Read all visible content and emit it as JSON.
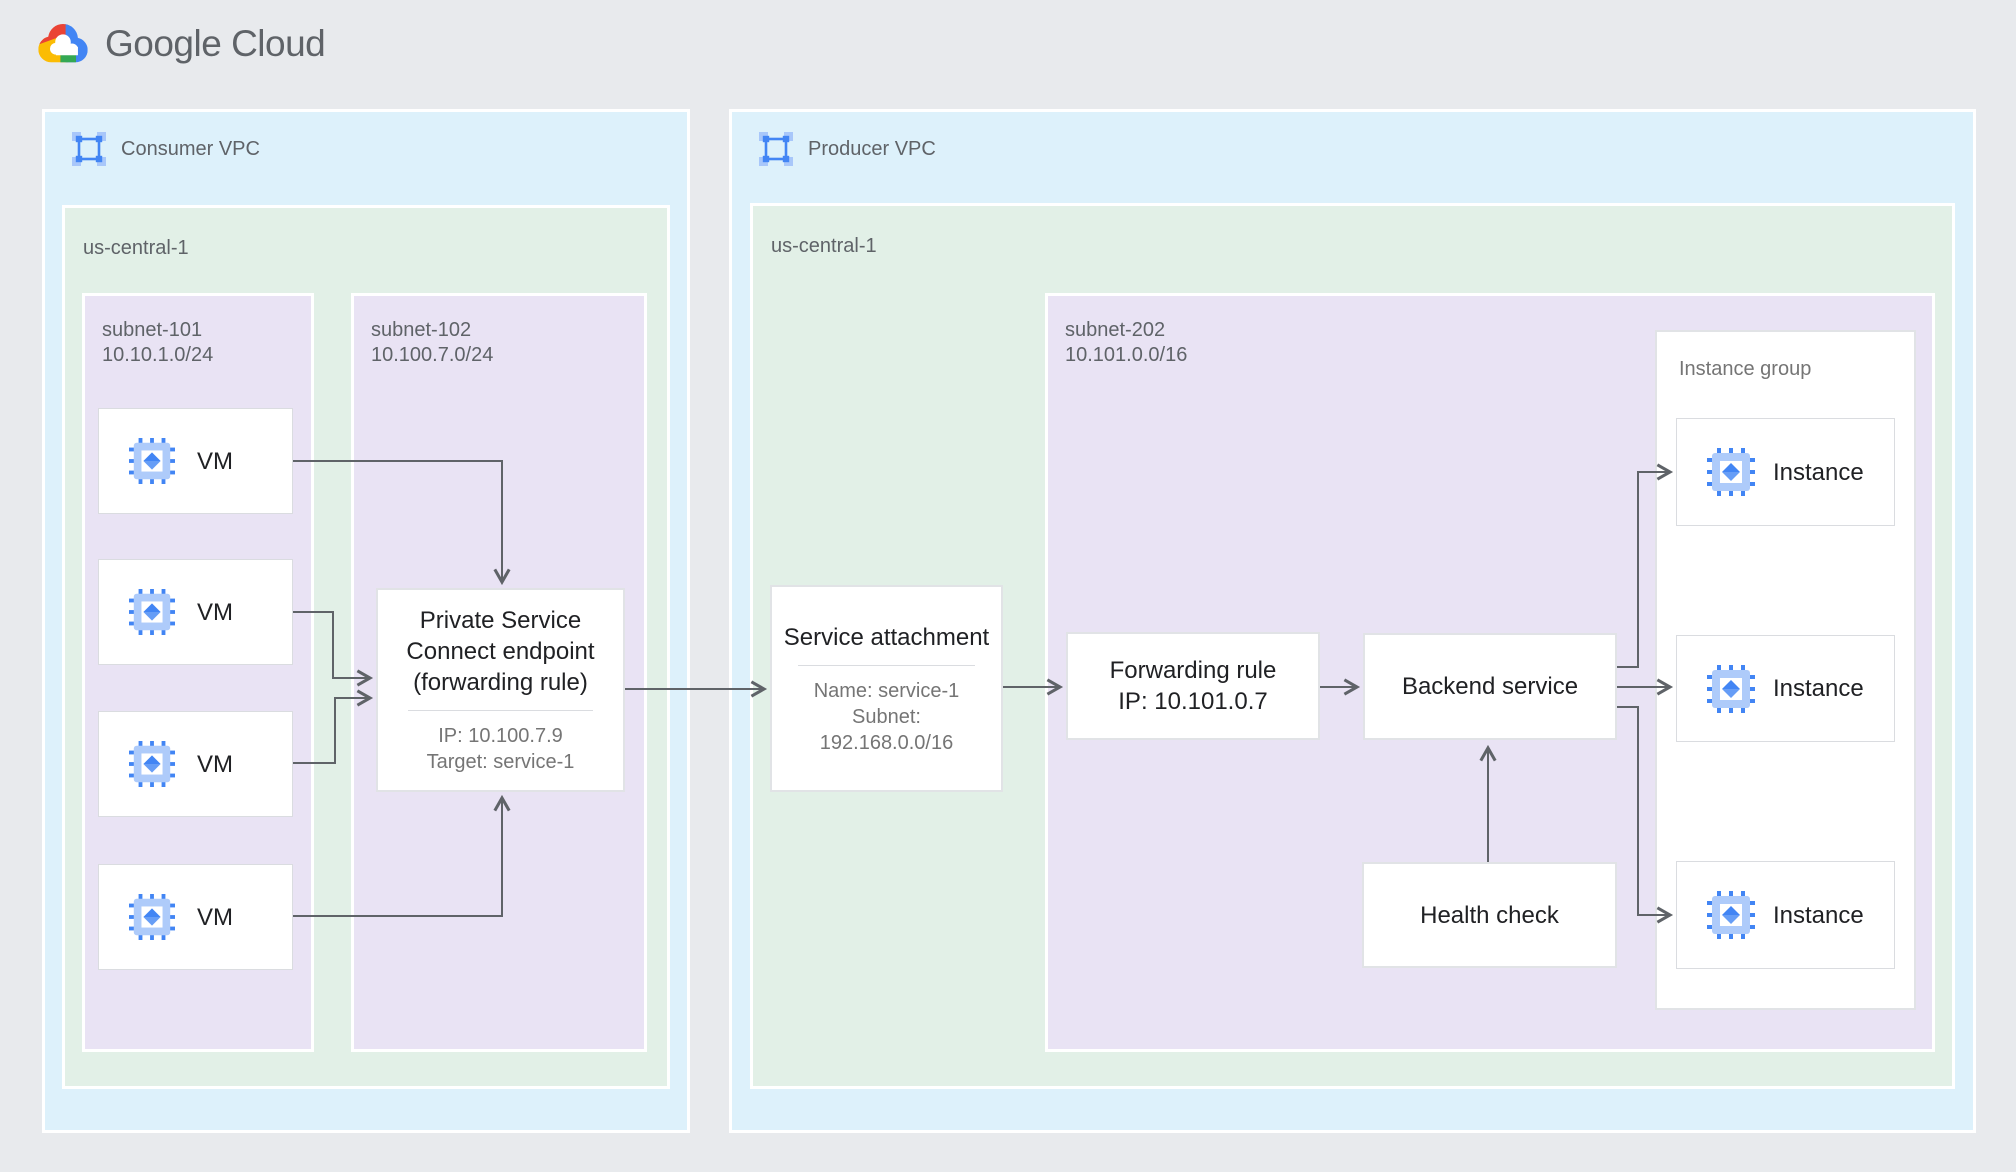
{
  "header": {
    "logo_text": "Google Cloud"
  },
  "consumer_vpc": {
    "label": "Consumer VPC",
    "region": {
      "label": "us-central-1"
    },
    "subnet101": {
      "name": "subnet-101",
      "cidr": "10.10.1.0/24"
    },
    "subnet102": {
      "name": "subnet-102",
      "cidr": "10.100.7.0/24"
    },
    "vms": [
      {
        "label": "VM"
      },
      {
        "label": "VM"
      },
      {
        "label": "VM"
      },
      {
        "label": "VM"
      }
    ],
    "psc_endpoint": {
      "title": "Private Service Connect endpoint (forwarding rule)",
      "ip": "IP: 10.100.7.9",
      "target": "Target: service-1"
    }
  },
  "producer_vpc": {
    "label": "Producer VPC",
    "region": {
      "label": "us-central-1"
    },
    "subnet202": {
      "name": "subnet-202",
      "cidr": "10.101.0.0/16"
    },
    "service_attachment": {
      "title": "Service attachment",
      "name": "Name: service-1",
      "subnet_label": "Subnet:",
      "subnet_cidr": "192.168.0.0/16"
    },
    "forwarding_rule": {
      "title": "Forwarding rule",
      "ip": "IP: 10.101.0.7"
    },
    "backend_service": {
      "title": "Backend service"
    },
    "health_check": {
      "title": "Health check"
    },
    "instance_group": {
      "label": "Instance group",
      "instances": [
        {
          "label": "Instance"
        },
        {
          "label": "Instance"
        },
        {
          "label": "Instance"
        }
      ]
    }
  },
  "colors": {
    "page_bg": "#e8eaed",
    "vpc_fill": "#ddf1fb",
    "region_fill": "#e2f0e7",
    "subnet_fill": "#e9e3f4",
    "node_border": "#dadce0",
    "arrow": "#5f6368",
    "accent_blue": "#4285f4",
    "light_blue": "#aecbfa",
    "text_primary": "#202124",
    "text_secondary": "#757575",
    "logo_red": "#ea4335",
    "logo_yellow": "#fbbc04",
    "logo_green": "#34a853",
    "logo_blue": "#4285f4"
  }
}
